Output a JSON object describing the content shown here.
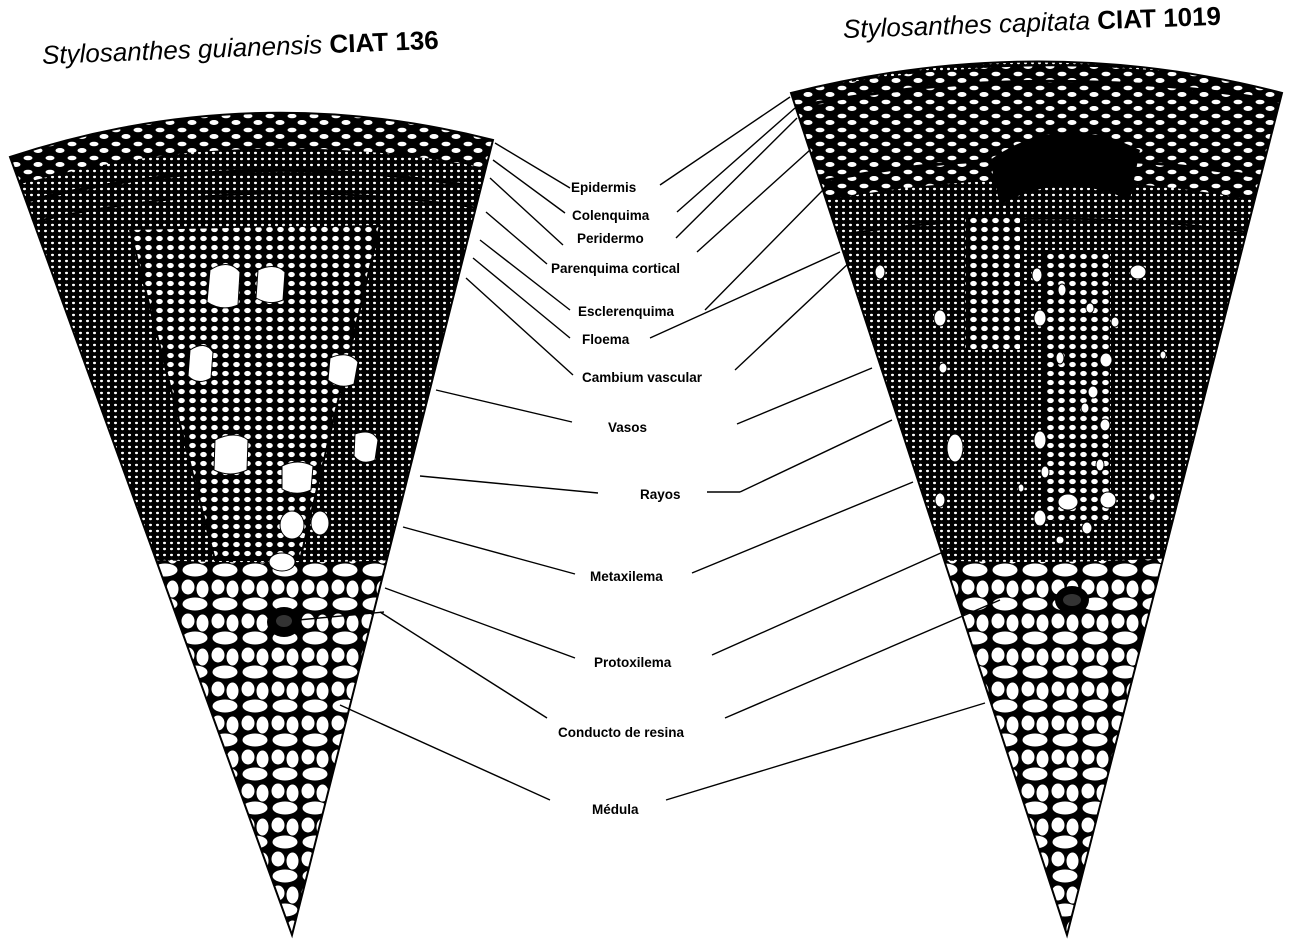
{
  "left_specimen": {
    "species": "Stylosanthes guianensis",
    "accession": "CIAT 136"
  },
  "right_specimen": {
    "species": "Stylosanthes capitata",
    "accession": "CIAT 1019"
  },
  "labels": {
    "epidermis": "Epidermis",
    "colenquima": "Colenquima",
    "peridermo": "Peridermo",
    "parenquima_cortical": "Parenquima cortical",
    "esclerenquima": "Esclerenquima",
    "floema": "Floema",
    "cambium_vascular": "Cambium vascular",
    "vasos": "Vasos",
    "rayos": "Rayos",
    "metaxilema": "Metaxilema",
    "protoxilema": "Protoxilema",
    "conducto_resina": "Conducto de resina",
    "medula": "Médula"
  },
  "colors": {
    "ink": "#000000",
    "paper": "#ffffff"
  }
}
